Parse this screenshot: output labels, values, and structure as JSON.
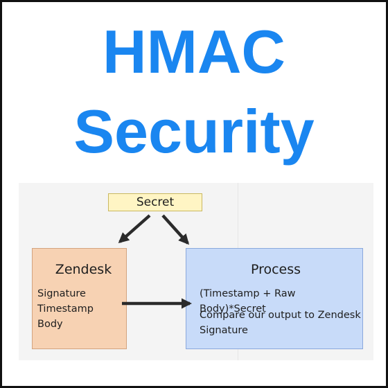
{
  "title": {
    "line1": "HMAC",
    "line2": "Security"
  },
  "diagram": {
    "secret": {
      "label": "Secret"
    },
    "zendesk": {
      "title": "Zendesk",
      "items": [
        "Signature",
        "Timestamp",
        "Body"
      ]
    },
    "process": {
      "title": "Process",
      "step1": "(Timestamp + Raw Body)*Secret",
      "step2": "Compare our output to Zendesk Signature"
    },
    "edges": [
      {
        "from": "Secret",
        "to": "Zendesk"
      },
      {
        "from": "Secret",
        "to": "Process"
      },
      {
        "from": "Zendesk",
        "to": "Process"
      }
    ]
  },
  "colors": {
    "title": "#1a86f0",
    "secret_fill": "#fff5c4",
    "zendesk_fill": "#f7d2b3",
    "process_fill": "#c8dbf9",
    "arrow": "#2b2b2b"
  }
}
